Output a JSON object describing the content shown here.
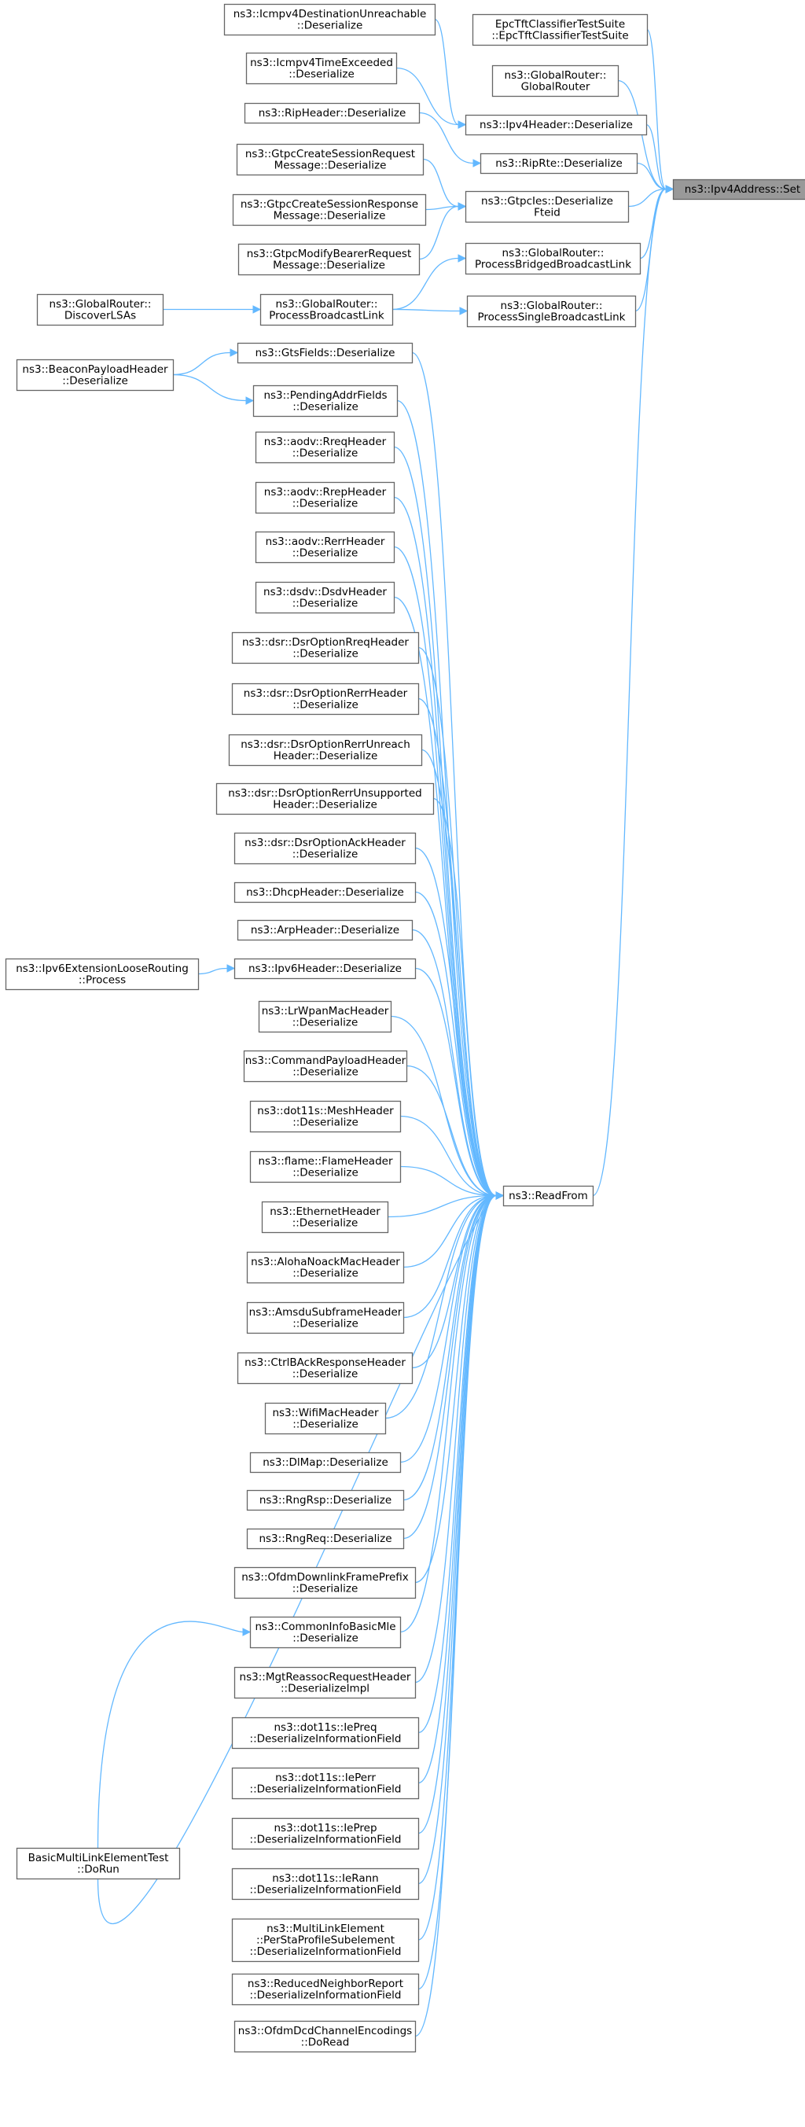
{
  "graph": {
    "target": "set",
    "nodes": [
      {
        "id": "set",
        "lines": [
          "ns3::Ipv4Address::Set"
        ]
      },
      {
        "id": "epc",
        "lines": [
          "EpcTftClassifierTestSuite",
          "::EpcTftClassifierTestSuite"
        ]
      },
      {
        "id": "gr_ctor",
        "lines": [
          "ns3::GlobalRouter::",
          "GlobalRouter"
        ]
      },
      {
        "id": "ipv4hdr",
        "lines": [
          "ns3::Ipv4Header::Deserialize"
        ]
      },
      {
        "id": "riprte",
        "lines": [
          "ns3::RipRte::Deserialize"
        ]
      },
      {
        "id": "gtpcies",
        "lines": [
          "ns3::GtpcIes::Deserialize",
          "Fteid"
        ]
      },
      {
        "id": "bridged",
        "lines": [
          "ns3::GlobalRouter::",
          "ProcessBridgedBroadcastLink"
        ]
      },
      {
        "id": "single",
        "lines": [
          "ns3::GlobalRouter::",
          "ProcessSingleBroadcastLink"
        ]
      },
      {
        "id": "icmp_unreach",
        "lines": [
          "ns3::Icmpv4DestinationUnreachable",
          "::Deserialize"
        ]
      },
      {
        "id": "icmp_exceeded",
        "lines": [
          "ns3::Icmpv4TimeExceeded",
          "::Deserialize"
        ]
      },
      {
        "id": "riphdr",
        "lines": [
          "ns3::RipHeader::Deserialize"
        ]
      },
      {
        "id": "gtpc_create_req",
        "lines": [
          "ns3::GtpcCreateSessionRequest",
          "Message::Deserialize"
        ]
      },
      {
        "id": "gtpc_create_resp",
        "lines": [
          "ns3::GtpcCreateSessionResponse",
          "Message::Deserialize"
        ]
      },
      {
        "id": "gtpc_modify",
        "lines": [
          "ns3::GtpcModifyBearerRequest",
          "Message::Deserialize"
        ]
      },
      {
        "id": "broadcast",
        "lines": [
          "ns3::GlobalRouter::",
          "ProcessBroadcastLink"
        ]
      },
      {
        "id": "discover",
        "lines": [
          "ns3::GlobalRouter::",
          "DiscoverLSAs"
        ]
      },
      {
        "id": "readfrom",
        "lines": [
          "ns3::ReadFrom"
        ]
      },
      {
        "id": "beacon",
        "lines": [
          "ns3::BeaconPayloadHeader",
          "::Deserialize"
        ]
      },
      {
        "id": "ipv6ext",
        "lines": [
          "ns3::Ipv6ExtensionLooseRouting",
          "::Process"
        ]
      },
      {
        "id": "bmle",
        "lines": [
          "BasicMultiLinkElementTest",
          "::DoRun"
        ]
      },
      {
        "id": "c00",
        "lines": [
          "ns3::GtsFields::Deserialize"
        ]
      },
      {
        "id": "c01",
        "lines": [
          "ns3::PendingAddrFields",
          "::Deserialize"
        ]
      },
      {
        "id": "c02",
        "lines": [
          "ns3::aodv::RreqHeader",
          "::Deserialize"
        ]
      },
      {
        "id": "c03",
        "lines": [
          "ns3::aodv::RrepHeader",
          "::Deserialize"
        ]
      },
      {
        "id": "c04",
        "lines": [
          "ns3::aodv::RerrHeader",
          "::Deserialize"
        ]
      },
      {
        "id": "c05",
        "lines": [
          "ns3::dsdv::DsdvHeader",
          "::Deserialize"
        ]
      },
      {
        "id": "c06",
        "lines": [
          "ns3::dsr::DsrOptionRreqHeader",
          "::Deserialize"
        ]
      },
      {
        "id": "c07",
        "lines": [
          "ns3::dsr::DsrOptionRerrHeader",
          "::Deserialize"
        ]
      },
      {
        "id": "c08",
        "lines": [
          "ns3::dsr::DsrOptionRerrUnreach",
          "Header::Deserialize"
        ]
      },
      {
        "id": "c09",
        "lines": [
          "ns3::dsr::DsrOptionRerrUnsupported",
          "Header::Deserialize"
        ]
      },
      {
        "id": "c10",
        "lines": [
          "ns3::dsr::DsrOptionAckHeader",
          "::Deserialize"
        ]
      },
      {
        "id": "c11",
        "lines": [
          "ns3::DhcpHeader::Deserialize"
        ]
      },
      {
        "id": "c12",
        "lines": [
          "ns3::ArpHeader::Deserialize"
        ]
      },
      {
        "id": "c13",
        "lines": [
          "ns3::Ipv6Header::Deserialize"
        ]
      },
      {
        "id": "c14",
        "lines": [
          "ns3::LrWpanMacHeader",
          "::Deserialize"
        ]
      },
      {
        "id": "c15",
        "lines": [
          "ns3::CommandPayloadHeader",
          "::Deserialize"
        ]
      },
      {
        "id": "c16",
        "lines": [
          "ns3::dot11s::MeshHeader",
          "::Deserialize"
        ]
      },
      {
        "id": "c17",
        "lines": [
          "ns3::flame::FlameHeader",
          "::Deserialize"
        ]
      },
      {
        "id": "c18",
        "lines": [
          "ns3::EthernetHeader",
          "::Deserialize"
        ]
      },
      {
        "id": "c19",
        "lines": [
          "ns3::AlohaNoackMacHeader",
          "::Deserialize"
        ]
      },
      {
        "id": "c20",
        "lines": [
          "ns3::AmsduSubframeHeader",
          "::Deserialize"
        ]
      },
      {
        "id": "c21",
        "lines": [
          "ns3::CtrlBAckResponseHeader",
          "::Deserialize"
        ]
      },
      {
        "id": "c22",
        "lines": [
          "ns3::WifiMacHeader",
          "::Deserialize"
        ]
      },
      {
        "id": "c23",
        "lines": [
          "ns3::DlMap::Deserialize"
        ]
      },
      {
        "id": "c24",
        "lines": [
          "ns3::RngRsp::Deserialize"
        ]
      },
      {
        "id": "c25",
        "lines": [
          "ns3::RngReq::Deserialize"
        ]
      },
      {
        "id": "c26",
        "lines": [
          "ns3::OfdmDownlinkFramePrefix",
          "::Deserialize"
        ]
      },
      {
        "id": "c27",
        "lines": [
          "ns3::CommonInfoBasicMle",
          "::Deserialize"
        ]
      },
      {
        "id": "c28",
        "lines": [
          "ns3::MgtReassocRequestHeader",
          "::DeserializeImpl"
        ]
      },
      {
        "id": "c29",
        "lines": [
          "ns3::dot11s::IePreq",
          "::DeserializeInformationField"
        ]
      },
      {
        "id": "c30",
        "lines": [
          "ns3::dot11s::IePerr",
          "::DeserializeInformationField"
        ]
      },
      {
        "id": "c31",
        "lines": [
          "ns3::dot11s::IePrep",
          "::DeserializeInformationField"
        ]
      },
      {
        "id": "c32",
        "lines": [
          "ns3::dot11s::IeRann",
          "::DeserializeInformationField"
        ]
      },
      {
        "id": "c33",
        "lines": [
          "ns3::MultiLinkElement",
          "::PerStaProfileSubelement",
          "::DeserializeInformationField"
        ]
      },
      {
        "id": "c34",
        "lines": [
          "ns3::ReducedNeighborReport",
          "::DeserializeInformationField"
        ]
      },
      {
        "id": "c35",
        "lines": [
          "ns3::OfdmDcdChannelEncodings",
          "::DoRead"
        ]
      }
    ],
    "edges": [
      {
        "from": "epc",
        "to": "set"
      },
      {
        "from": "gr_ctor",
        "to": "set"
      },
      {
        "from": "ipv4hdr",
        "to": "set"
      },
      {
        "from": "riprte",
        "to": "set"
      },
      {
        "from": "gtpcies",
        "to": "set"
      },
      {
        "from": "bridged",
        "to": "set"
      },
      {
        "from": "single",
        "to": "set"
      },
      {
        "from": "readfrom",
        "to": "set"
      },
      {
        "from": "icmp_unreach",
        "to": "ipv4hdr"
      },
      {
        "from": "icmp_exceeded",
        "to": "ipv4hdr"
      },
      {
        "from": "riphdr",
        "to": "riprte"
      },
      {
        "from": "gtpc_create_req",
        "to": "gtpcies"
      },
      {
        "from": "gtpc_create_resp",
        "to": "gtpcies"
      },
      {
        "from": "gtpc_modify",
        "to": "gtpcies"
      },
      {
        "from": "broadcast",
        "to": "bridged"
      },
      {
        "from": "broadcast",
        "to": "single"
      },
      {
        "from": "discover",
        "to": "broadcast"
      },
      {
        "from": "beacon",
        "to": "c00"
      },
      {
        "from": "beacon",
        "to": "c01"
      },
      {
        "from": "ipv6ext",
        "to": "c13"
      },
      {
        "from": "bmle",
        "to": "c27"
      },
      {
        "from": "bmle",
        "to": "readfrom"
      },
      {
        "from": "c00",
        "to": "readfrom"
      },
      {
        "from": "c01",
        "to": "readfrom"
      },
      {
        "from": "c02",
        "to": "readfrom"
      },
      {
        "from": "c03",
        "to": "readfrom"
      },
      {
        "from": "c04",
        "to": "readfrom"
      },
      {
        "from": "c05",
        "to": "readfrom"
      },
      {
        "from": "c06",
        "to": "readfrom"
      },
      {
        "from": "c07",
        "to": "readfrom"
      },
      {
        "from": "c08",
        "to": "readfrom"
      },
      {
        "from": "c09",
        "to": "readfrom"
      },
      {
        "from": "c10",
        "to": "readfrom"
      },
      {
        "from": "c11",
        "to": "readfrom"
      },
      {
        "from": "c12",
        "to": "readfrom"
      },
      {
        "from": "c13",
        "to": "readfrom"
      },
      {
        "from": "c14",
        "to": "readfrom"
      },
      {
        "from": "c15",
        "to": "readfrom"
      },
      {
        "from": "c16",
        "to": "readfrom"
      },
      {
        "from": "c17",
        "to": "readfrom"
      },
      {
        "from": "c18",
        "to": "readfrom"
      },
      {
        "from": "c19",
        "to": "readfrom"
      },
      {
        "from": "c20",
        "to": "readfrom"
      },
      {
        "from": "c21",
        "to": "readfrom"
      },
      {
        "from": "c22",
        "to": "readfrom"
      },
      {
        "from": "c23",
        "to": "readfrom"
      },
      {
        "from": "c24",
        "to": "readfrom"
      },
      {
        "from": "c25",
        "to": "readfrom"
      },
      {
        "from": "c26",
        "to": "readfrom"
      },
      {
        "from": "c27",
        "to": "readfrom"
      },
      {
        "from": "c28",
        "to": "readfrom"
      },
      {
        "from": "c29",
        "to": "readfrom"
      },
      {
        "from": "c30",
        "to": "readfrom"
      },
      {
        "from": "c31",
        "to": "readfrom"
      },
      {
        "from": "c32",
        "to": "readfrom"
      },
      {
        "from": "c33",
        "to": "readfrom"
      },
      {
        "from": "c34",
        "to": "readfrom"
      },
      {
        "from": "c35",
        "to": "readfrom"
      }
    ],
    "colors": {
      "edge": "#63b8ff",
      "node_border": "#666666",
      "node_fill": "#ffffff",
      "target_fill": "#999999"
    }
  }
}
